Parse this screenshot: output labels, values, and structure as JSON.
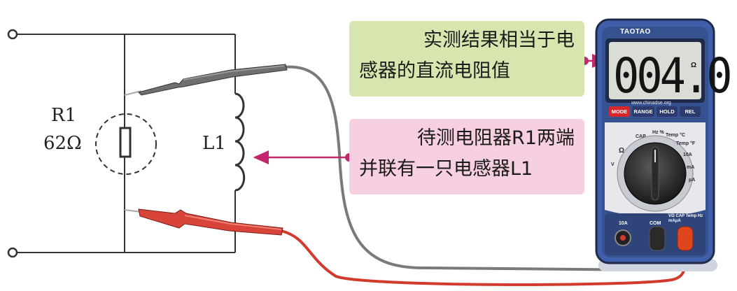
{
  "callouts": {
    "measured": {
      "line1": "实测结果相当于电",
      "line2": "感器的直流电阻值"
    },
    "parallel": {
      "line1": "待测电阻器R1两端",
      "line2": "并联有一只电感器L1"
    }
  },
  "circuit": {
    "r1_name": "R1",
    "r1_value": "62Ω",
    "l1_name": "L1"
  },
  "multimeter": {
    "brand": "TAOTAO",
    "reading": "004.0",
    "unit": "Ω",
    "website": "www.chinadse.org",
    "buttons": [
      "MODE",
      "RANGE",
      "HOLD",
      "REL"
    ],
    "dial_labels": [
      "Hz %",
      "Temp °C",
      "Temp °F",
      "CAP",
      "Ω",
      "V",
      "10A",
      "mA",
      "μA"
    ],
    "jacks": [
      "10A",
      "COM",
      "VΩ CAP Temp Hz mAμA"
    ]
  },
  "colors": {
    "callout_green": "#d6e6ae",
    "callout_pink": "#f6cfe0",
    "arrow": "#c3286e",
    "probe_black": "#6f6f6f",
    "probe_red": "#d9443a",
    "meter_body": "#3f5faa",
    "meter_dark": "#1f2a4a"
  }
}
